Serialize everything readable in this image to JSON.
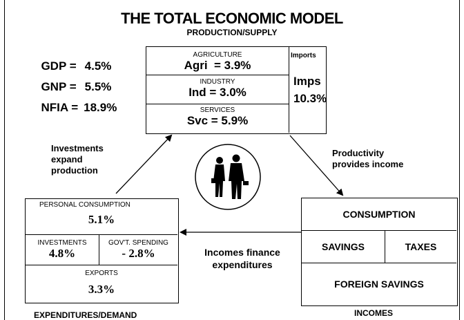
{
  "title": "THE TOTAL ECONOMIC MODEL",
  "subtitle": "PRODUCTION/SUPPLY",
  "stats": [
    {
      "label": "GDP =",
      "value": "4.5%"
    },
    {
      "label": "GNP =",
      "value": "5.5%"
    },
    {
      "label": "NFIA =",
      "value": "18.9%"
    }
  ],
  "production": {
    "agriculture": {
      "header": "AGRICULTURE",
      "value": "Agri  = 3.9%"
    },
    "industry": {
      "header": "INDUSTRY",
      "value": "Ind = 3.0%"
    },
    "services": {
      "header": "SERVICES",
      "value": "Svc = 5.9%"
    },
    "imports": {
      "header": "Imports",
      "label": "Imps",
      "value": "10.3%"
    }
  },
  "arrows": {
    "investments": [
      "Investments",
      "expand",
      "production"
    ],
    "productivity": [
      "Productivity",
      "provides income"
    ],
    "incomes_finance": [
      "Incomes finance",
      "expenditures"
    ]
  },
  "expenditures": {
    "personal": {
      "header": "PERSONAL CONSUMPTION",
      "value": "5.1%"
    },
    "investments": {
      "header": "INVESTMENTS",
      "value": "4.8%"
    },
    "govt": {
      "header": "GOV'T. SPENDING",
      "value": "- 2.8%"
    },
    "exports": {
      "header": "EXPORTS",
      "value": "3.3%"
    },
    "caption": "EXPENDITURES/DEMAND"
  },
  "incomes": {
    "consumption": "CONSUMPTION",
    "savings": "SAVINGS",
    "taxes": "TAXES",
    "foreign": "FOREIGN SAVINGS",
    "caption": "INCOMES"
  },
  "icons": {
    "center": "business-people-icon"
  }
}
